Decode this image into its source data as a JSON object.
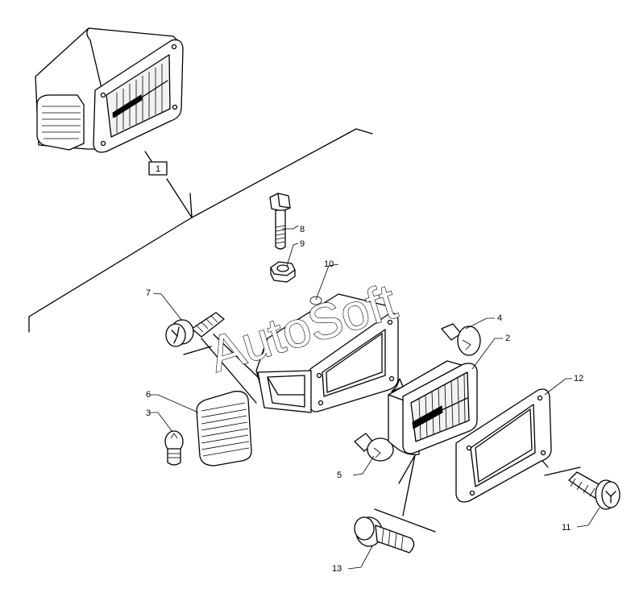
{
  "watermark": "AutoSoft",
  "assembly_label": "1",
  "callouts": [
    {
      "id": "c2",
      "label": "2"
    },
    {
      "id": "c3",
      "label": "3"
    },
    {
      "id": "c4",
      "label": "4"
    },
    {
      "id": "c5",
      "label": "5"
    },
    {
      "id": "c6",
      "label": "6"
    },
    {
      "id": "c7",
      "label": "7"
    },
    {
      "id": "c8",
      "label": "8"
    },
    {
      "id": "c9",
      "label": "9"
    },
    {
      "id": "c10",
      "label": "10"
    },
    {
      "id": "c11",
      "label": "11"
    },
    {
      "id": "c12",
      "label": "12"
    },
    {
      "id": "c13",
      "label": "13"
    }
  ]
}
